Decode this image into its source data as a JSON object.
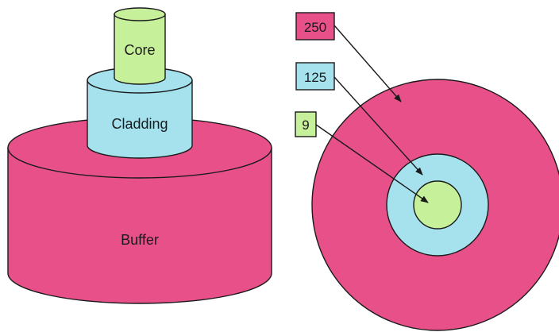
{
  "colors": {
    "buffer": "#e8508a",
    "cladding": "#a6e2ee",
    "core": "#c7f09a",
    "outline": "#1a1a1a"
  },
  "cylinder": {
    "buffer_label": "Buffer",
    "cladding_label": "Cladding",
    "core_label": "Core"
  },
  "cross_section": {
    "labels": {
      "buffer": "250",
      "cladding": "125",
      "core": "9"
    }
  }
}
